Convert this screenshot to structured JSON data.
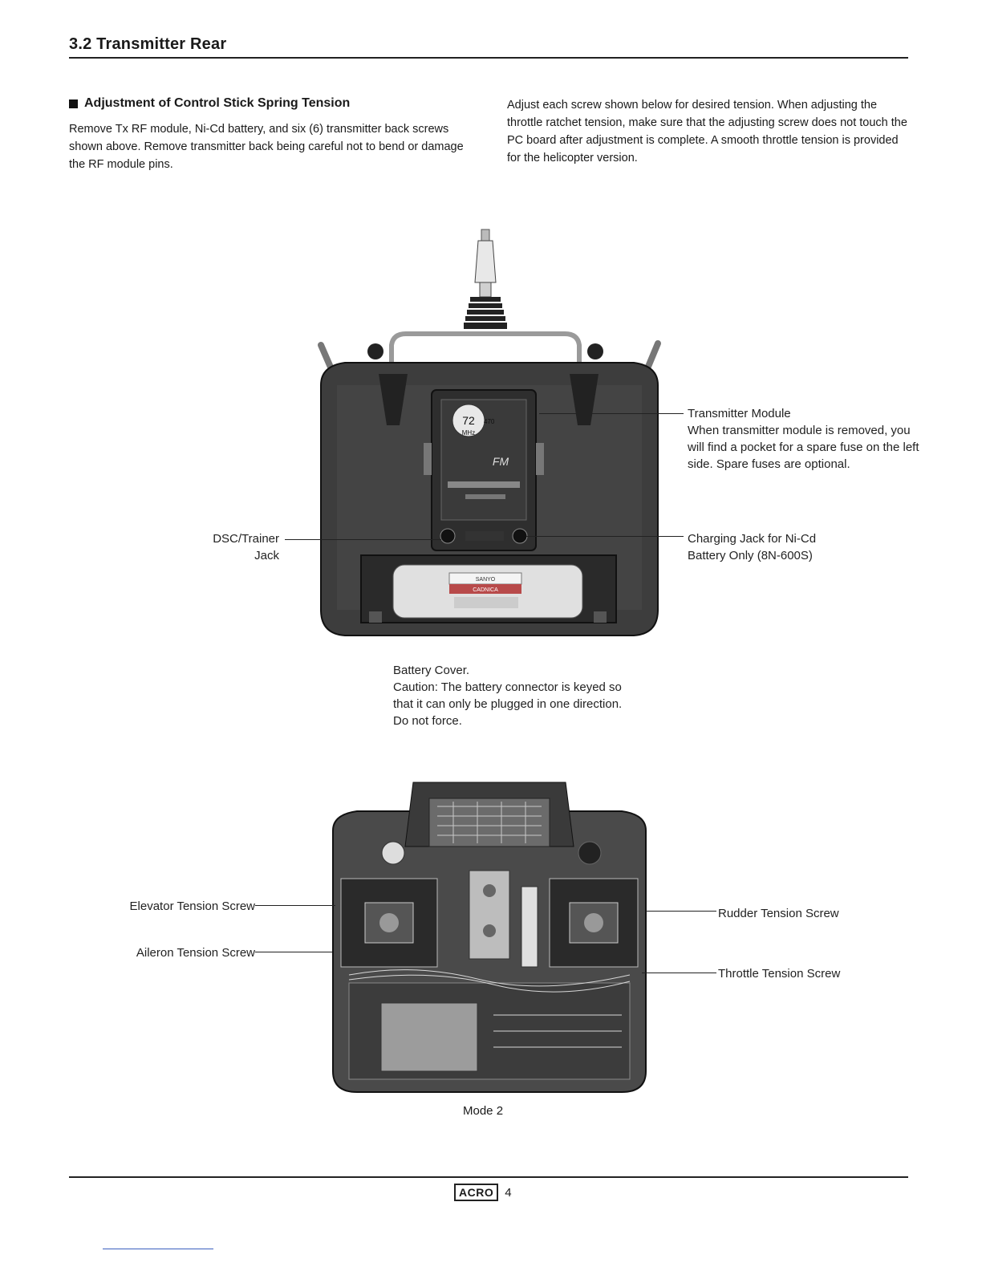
{
  "header": {
    "section_title": "3.2 Transmitter Rear"
  },
  "intro": {
    "heading": "Adjustment of Control Stick Spring Tension",
    "left_paragraph": "Remove Tx RF module, Ni-Cd battery, and six (6) transmitter back screws shown above. Remove transmitter back being careful not to bend or damage the RF module pins.",
    "right_paragraph": "Adjust each screw shown below for desired tension. When adjusting the throttle ratchet tension, make sure that the adjusting screw does not touch the PC board after adjustment is complete. A smooth throttle tension is provided for the helicopter version."
  },
  "figure_rear": {
    "module_frequency": "72",
    "module_frequency_sub": "470",
    "module_unit": "MHz",
    "module_mode": "FM",
    "battery_brand": "SANYO",
    "battery_type": "CADNICA",
    "labels": {
      "transmitter_module_title": "Transmitter Module",
      "transmitter_module_note": "When transmitter module is removed, you will find a pocket for a spare fuse on the left side. Spare fuses are optional.",
      "dsc_trainer_line1": "DSC/Trainer",
      "dsc_trainer_line2": "Jack",
      "charging_jack_line1": "Charging Jack for Ni-Cd",
      "charging_jack_line2": "Battery Only (8N-600S)",
      "battery_cover_title": "Battery Cover.",
      "battery_cover_note": "Caution: The battery connector is keyed so that it can only be plugged in one direction. Do not force."
    }
  },
  "figure_internal": {
    "labels": {
      "elevator": "Elevator Tension Screw",
      "aileron": "Aileron Tension Screw",
      "rudder": "Rudder Tension Screw",
      "throttle": "Throttle Tension Screw"
    },
    "caption": "Mode 2"
  },
  "footer": {
    "brand": "ACRO",
    "page_number": "4"
  }
}
